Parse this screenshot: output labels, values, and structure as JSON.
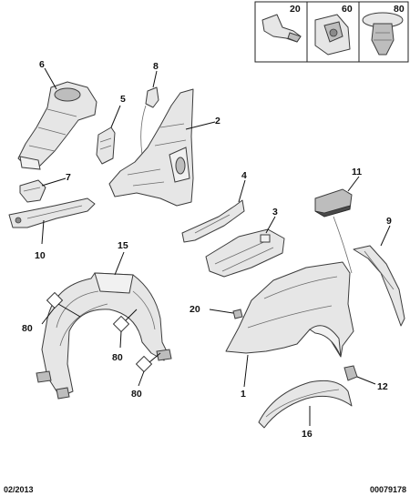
{
  "callouts": {
    "c1": "1",
    "c2": "2",
    "c3": "3",
    "c4": "4",
    "c5": "5",
    "c6": "6",
    "c7": "7",
    "c8": "8",
    "c9": "9",
    "c10": "10",
    "c11": "11",
    "c12": "12",
    "c15": "15",
    "c16": "16",
    "c20": "20",
    "c80a": "80",
    "c80b": "80",
    "c80c": "80"
  },
  "inset": {
    "items": [
      {
        "qty": "20",
        "icon": "plug-fastener-icon"
      },
      {
        "qty": "60",
        "icon": "clip-fastener-icon"
      },
      {
        "qty": "80",
        "icon": "push-rivet-icon"
      }
    ]
  },
  "footer": {
    "date": "02/2013",
    "ref": "00079178"
  }
}
